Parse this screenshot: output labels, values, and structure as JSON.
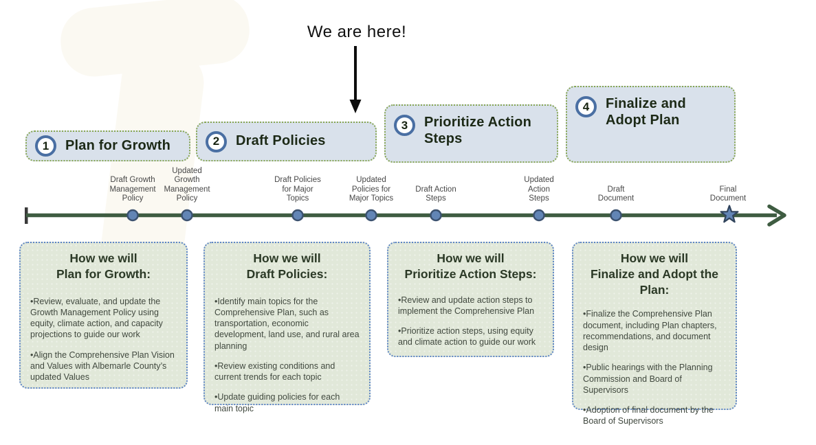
{
  "annotation": {
    "text": "We are here!"
  },
  "phases": [
    {
      "number": "1",
      "title": "Plan for Growth"
    },
    {
      "number": "2",
      "title": "Draft Policies"
    },
    {
      "number": "3",
      "title": "Prioritize Action\nSteps"
    },
    {
      "number": "4",
      "title": "Finalize and\nAdopt Plan"
    }
  ],
  "timeline": {
    "milestones": [
      {
        "label": "Draft Growth\nManagement\nPolicy",
        "marker": "dot"
      },
      {
        "label": "Updated\nGrowth\nManagement\nPolicy",
        "marker": "dot"
      },
      {
        "label": "Draft Policies\nfor Major\nTopics",
        "marker": "dot"
      },
      {
        "label": "Updated\nPolicies for\nMajor Topics",
        "marker": "dot"
      },
      {
        "label": "Draft Action\nSteps",
        "marker": "dot"
      },
      {
        "label": "Updated\nAction\nSteps",
        "marker": "dot"
      },
      {
        "label": "Draft\nDocument",
        "marker": "dot"
      },
      {
        "label": "Final\nDocument",
        "marker": "star"
      }
    ]
  },
  "details": [
    {
      "title_line1": "How we will",
      "title_line2": "Plan for Growth:",
      "bullets": [
        "•Review, evaluate, and update the Growth Management Policy using equity, climate action, and capacity projections to guide our work",
        "•Align the Comprehensive Plan Vision and Values with Albemarle County’s updated Values"
      ]
    },
    {
      "title_line1": "How we will",
      "title_line2": "Draft Policies:",
      "bullets": [
        "•Identify main topics for the Comprehensive Plan, such as transportation, economic development, land use, and rural area planning",
        "•Review existing conditions and current trends for each topic",
        "•Update guiding policies for each main topic"
      ]
    },
    {
      "title_line1": "How we will",
      "title_line2": "Prioritize Action Steps:",
      "bullets": [
        "•Review and update action steps to implement the Comprehensive Plan",
        "•Prioritize action steps, using equity and climate action to guide our work"
      ]
    },
    {
      "title_line1": "How we will",
      "title_line2": "Finalize and Adopt the Plan:",
      "bullets": [
        "•Finalize the Comprehensive Plan document, including Plan chapters, recommendations, and document design",
        "•Public hearings with the Planning Commission and Board of Supervisors",
        "•Adoption of final document by the Board of Supervisors"
      ]
    }
  ],
  "colors": {
    "phase_box_fill": "#d9e1eb",
    "phase_box_border_green": "#86a551",
    "number_circle_border_blue": "#4a6fa3",
    "timeline_green": "#3e5c41",
    "marker_blue_fill": "#6285b5",
    "marker_blue_stroke": "#3c5270",
    "detail_box_fill": "#e1e8d9",
    "detail_box_border_blue": "#5b83c6",
    "heading_text": "#1c2916",
    "body_text": "#41493f"
  }
}
